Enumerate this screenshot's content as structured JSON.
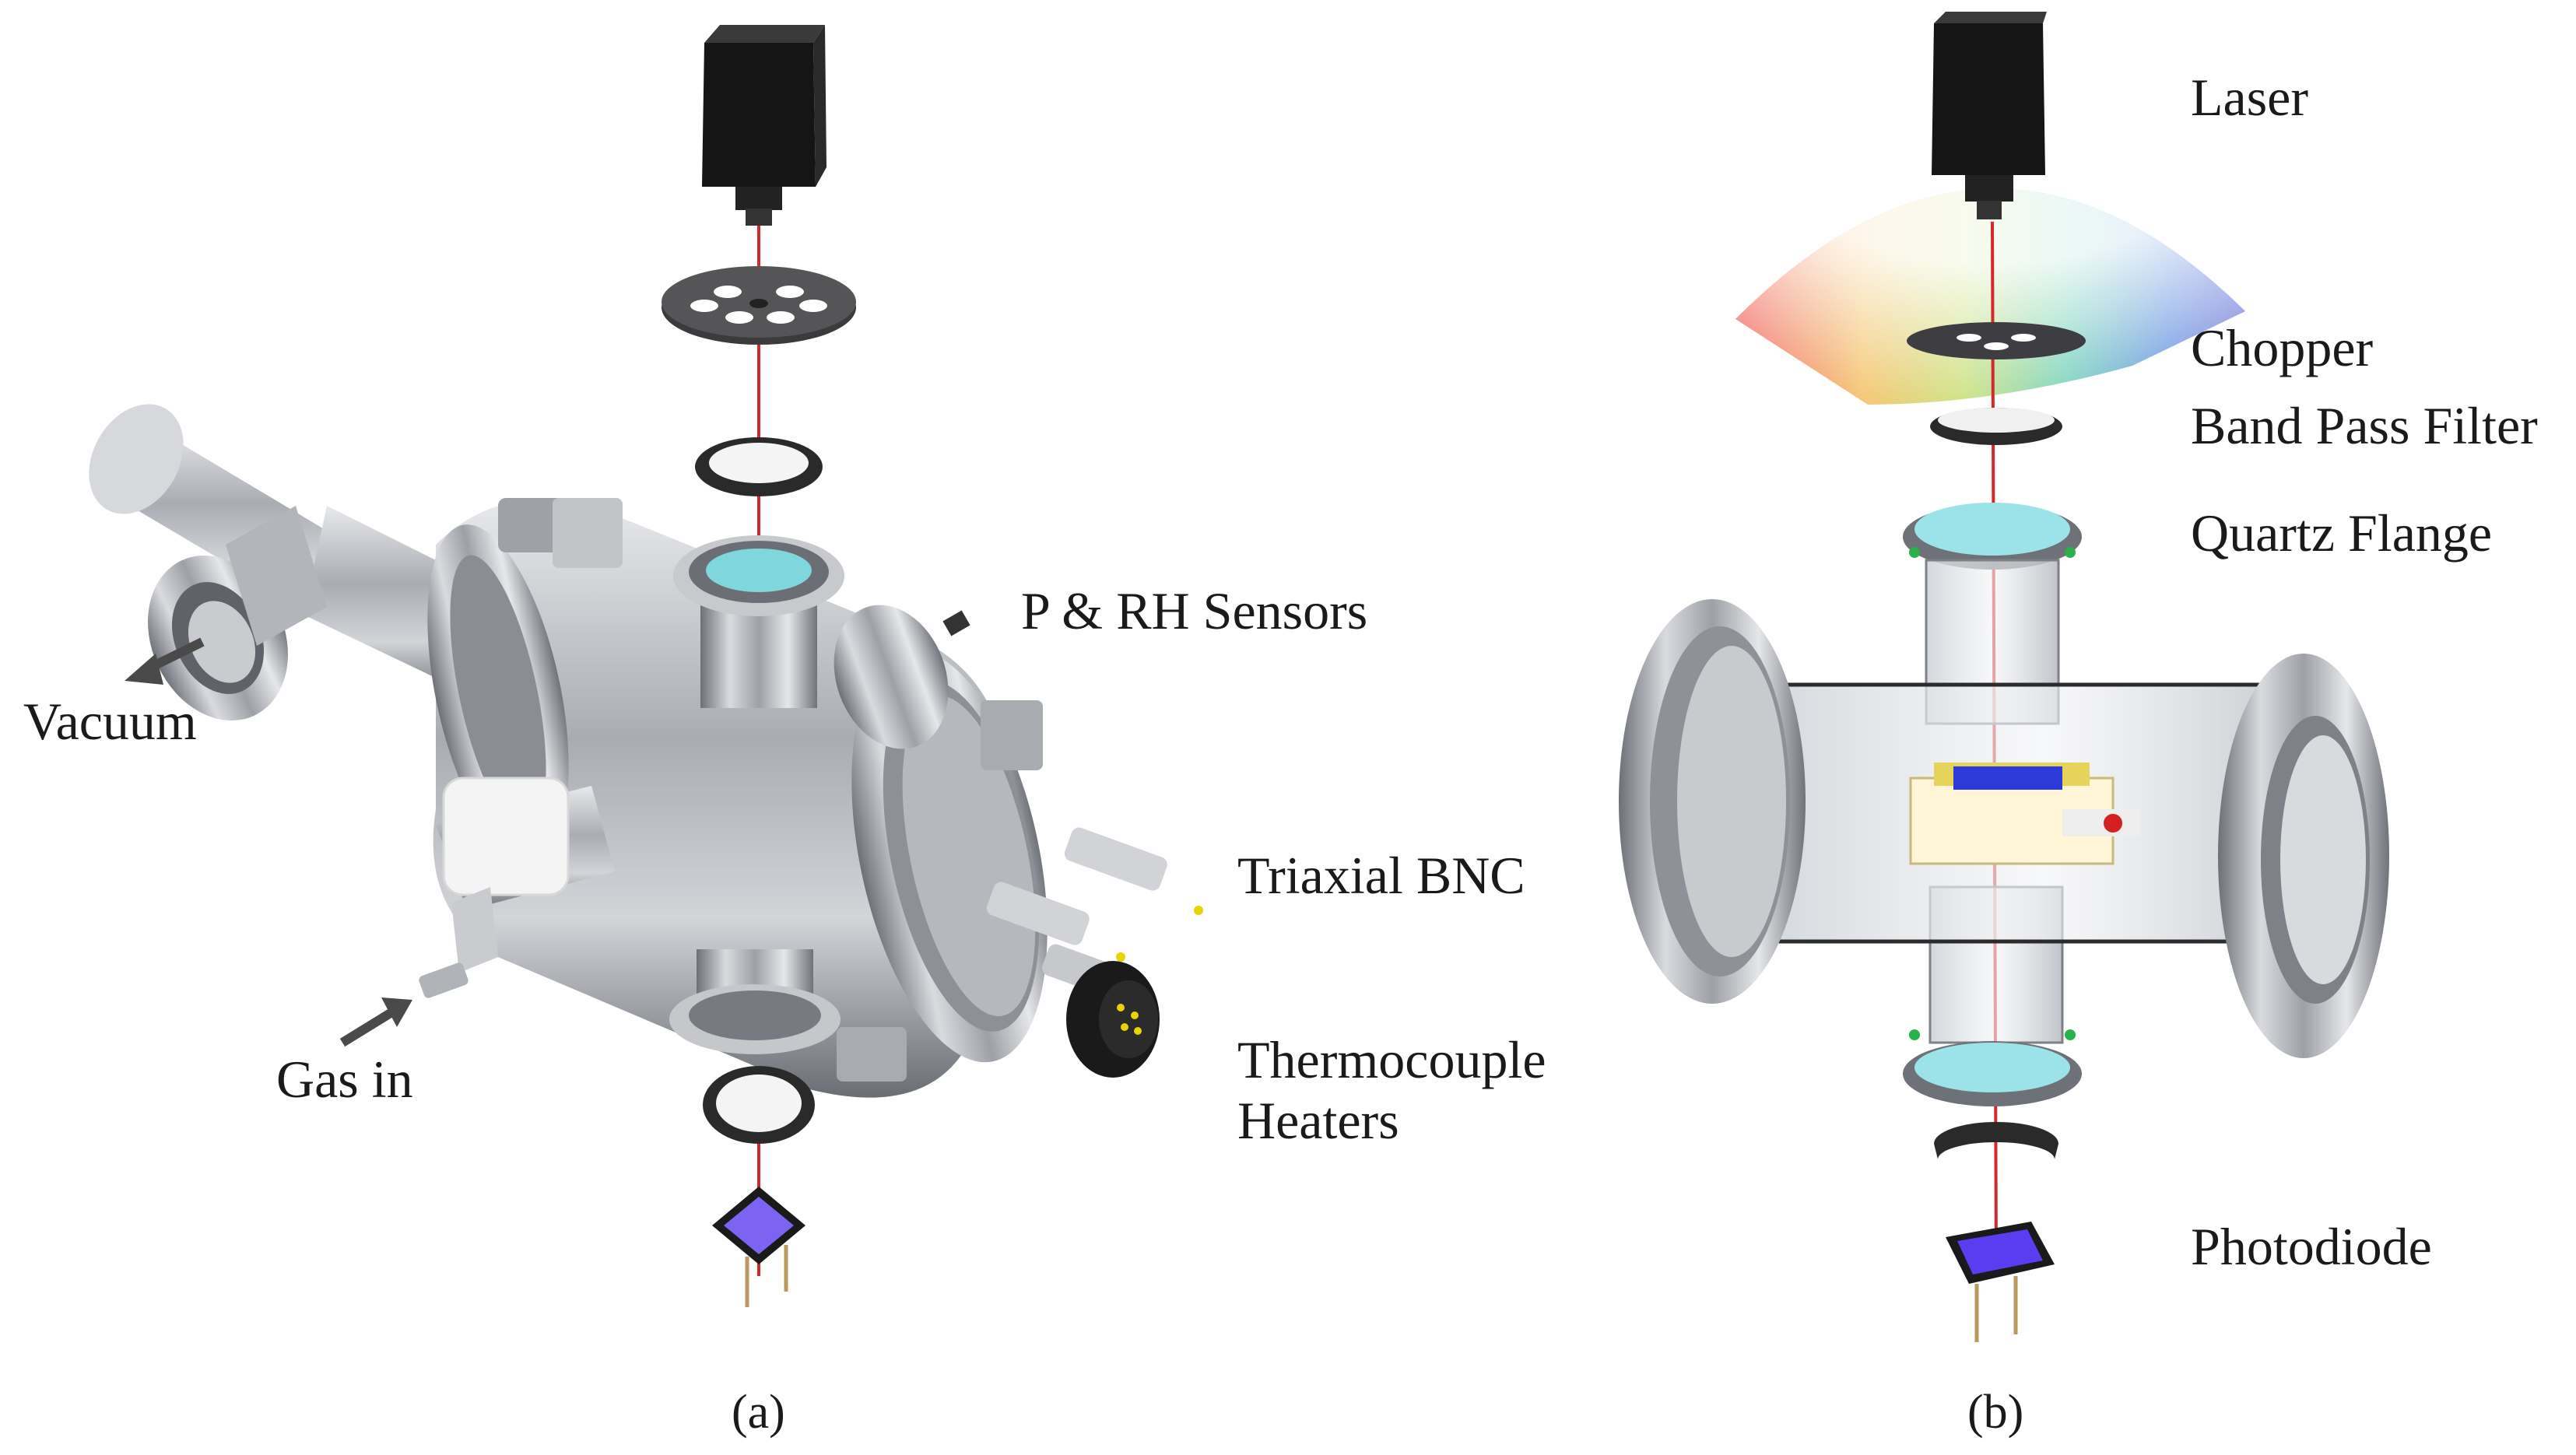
{
  "panel_a": {
    "labels": {
      "vacuum": "Vacuum",
      "gas_in": "Gas in",
      "p_rh": "P & RH Sensors",
      "triaxial": "Triaxial BNC",
      "thermocouple": "Thermocouple",
      "heaters": "Heaters"
    },
    "caption": "(a)"
  },
  "panel_b": {
    "labels": {
      "laser": "Laser",
      "chopper": "Chopper",
      "band_pass": "Band Pass Filter",
      "quartz": "Quartz Flange",
      "photodiode": "Photodiode"
    },
    "caption": "(b)"
  },
  "colors": {
    "laser_beam": "#d4282b",
    "steel": "#b9bcc2",
    "window_cyan": "#7fd6dc",
    "photodiode": "#5a3df0",
    "laser_body": "#151515"
  }
}
